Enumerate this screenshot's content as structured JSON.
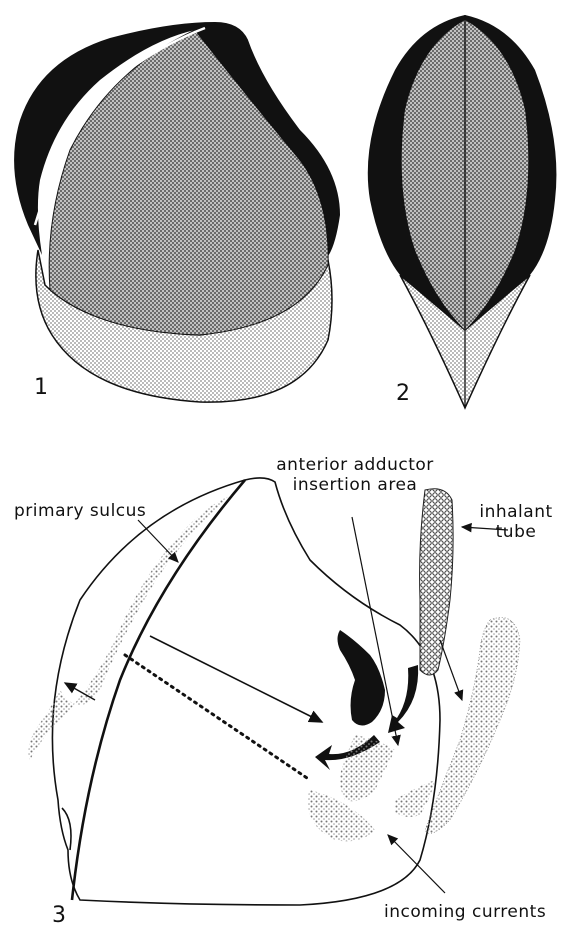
{
  "figures": {
    "fig1": {
      "number": "1"
    },
    "fig2": {
      "number": "2"
    },
    "fig3": {
      "number": "3"
    }
  },
  "labels": {
    "anterior_adductor_line1": "anterior adductor",
    "anterior_adductor_line2": "insertion area",
    "primary_sulcus": "primary sulcus",
    "inhalant_line1": "inhalant",
    "inhalant_line2": "tube",
    "incoming_currents": "incoming currents"
  },
  "colors": {
    "ink": "#111111",
    "dark_stipple": "#555555",
    "light_stipple": "#bdbdbd",
    "paper": "#ffffff"
  }
}
